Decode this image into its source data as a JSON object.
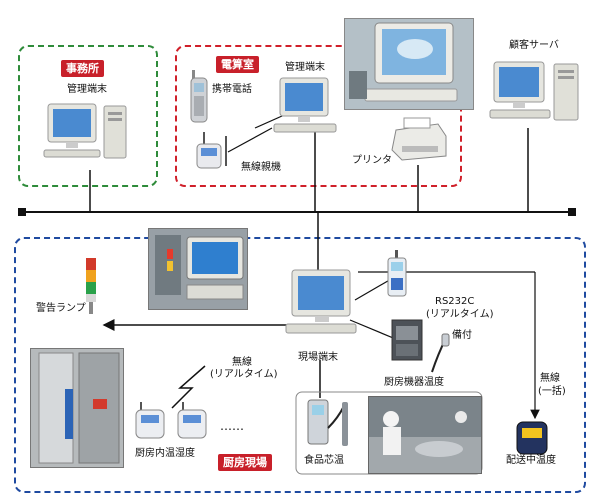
{
  "zones": {
    "office": {
      "title": "事務所",
      "color": "#2e8b3a"
    },
    "computer_room": {
      "title": "電算室",
      "color": "#d0202a"
    },
    "kitchen": {
      "title": "厨房現場",
      "color": "#1f4aa0"
    }
  },
  "labels": {
    "office_terminal": "管理端末",
    "cc_terminal": "管理端末",
    "mobile_phone": "携帯電話",
    "wireless_base": "無線親機",
    "printer": "プリンタ",
    "customer_server": "顧客サーバ",
    "warning_lamp": "警告ランプ",
    "site_terminal": "現場端末",
    "rs232c_line1": "RS232C",
    "rs232c_line2": "(リアルタイム)",
    "attached": "備付",
    "equipment_temp": "厨房機器温度",
    "wireless_rt_line1": "無線",
    "wireless_rt_line2": "(リアルタイム)",
    "wireless_batch_line1": "無線",
    "wireless_batch_line2": "(一括)",
    "room_humidity": "厨房内温湿度",
    "food_core": "食品芯温",
    "delivery_temp": "配送中温度",
    "ellipsis": "……"
  }
}
